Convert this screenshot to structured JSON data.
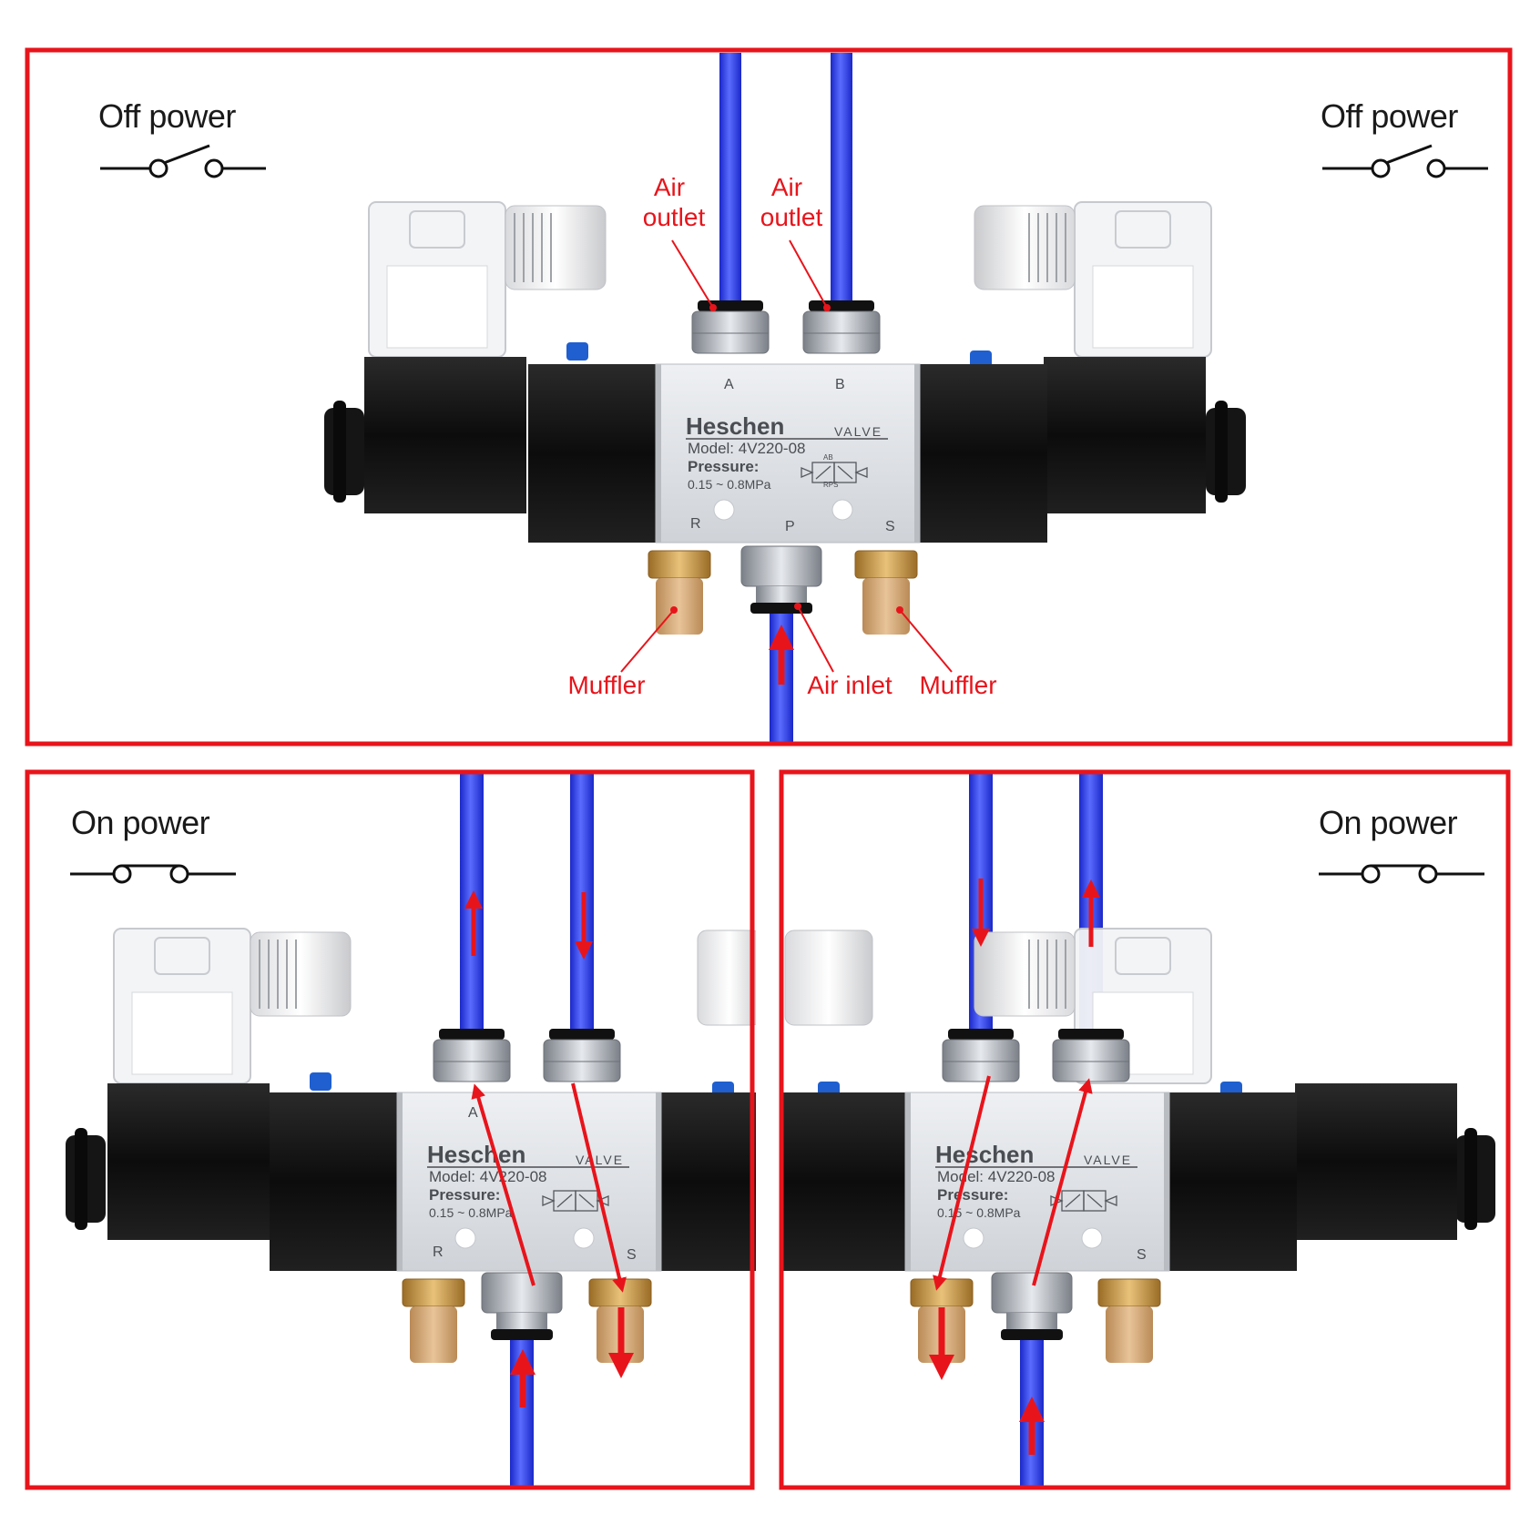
{
  "panel_top": {
    "state_left": "Off power",
    "state_right": "Off power",
    "label_a_out_1": "Air",
    "label_a_out_2": "outlet",
    "label_b_out_1": "Air",
    "label_b_out_2": "outlet",
    "label_muffler_left": "Muffler",
    "label_air_inlet": "Air inlet",
    "label_muffler_right": "Muffler"
  },
  "panel_left": {
    "state": "On power"
  },
  "panel_right": {
    "state": "On power"
  },
  "valve": {
    "brand": "Heschen",
    "type": "VALVE",
    "model": "Model: 4V220-08",
    "pressure_label": "Pressure:",
    "pressure_range": "0.15 ~ 0.8MPa",
    "port_a": "A",
    "port_b": "B",
    "port_r": "R",
    "port_p": "P",
    "port_s": "S",
    "symbol_top": "AB",
    "symbol_bottom": "RPS"
  },
  "colors": {
    "frame": "#e8141b",
    "tube": "#2b3df0",
    "arrow": "#e8141b",
    "body": "#dde1e6",
    "coil": "#111111",
    "muffler": "#d7aa73"
  }
}
